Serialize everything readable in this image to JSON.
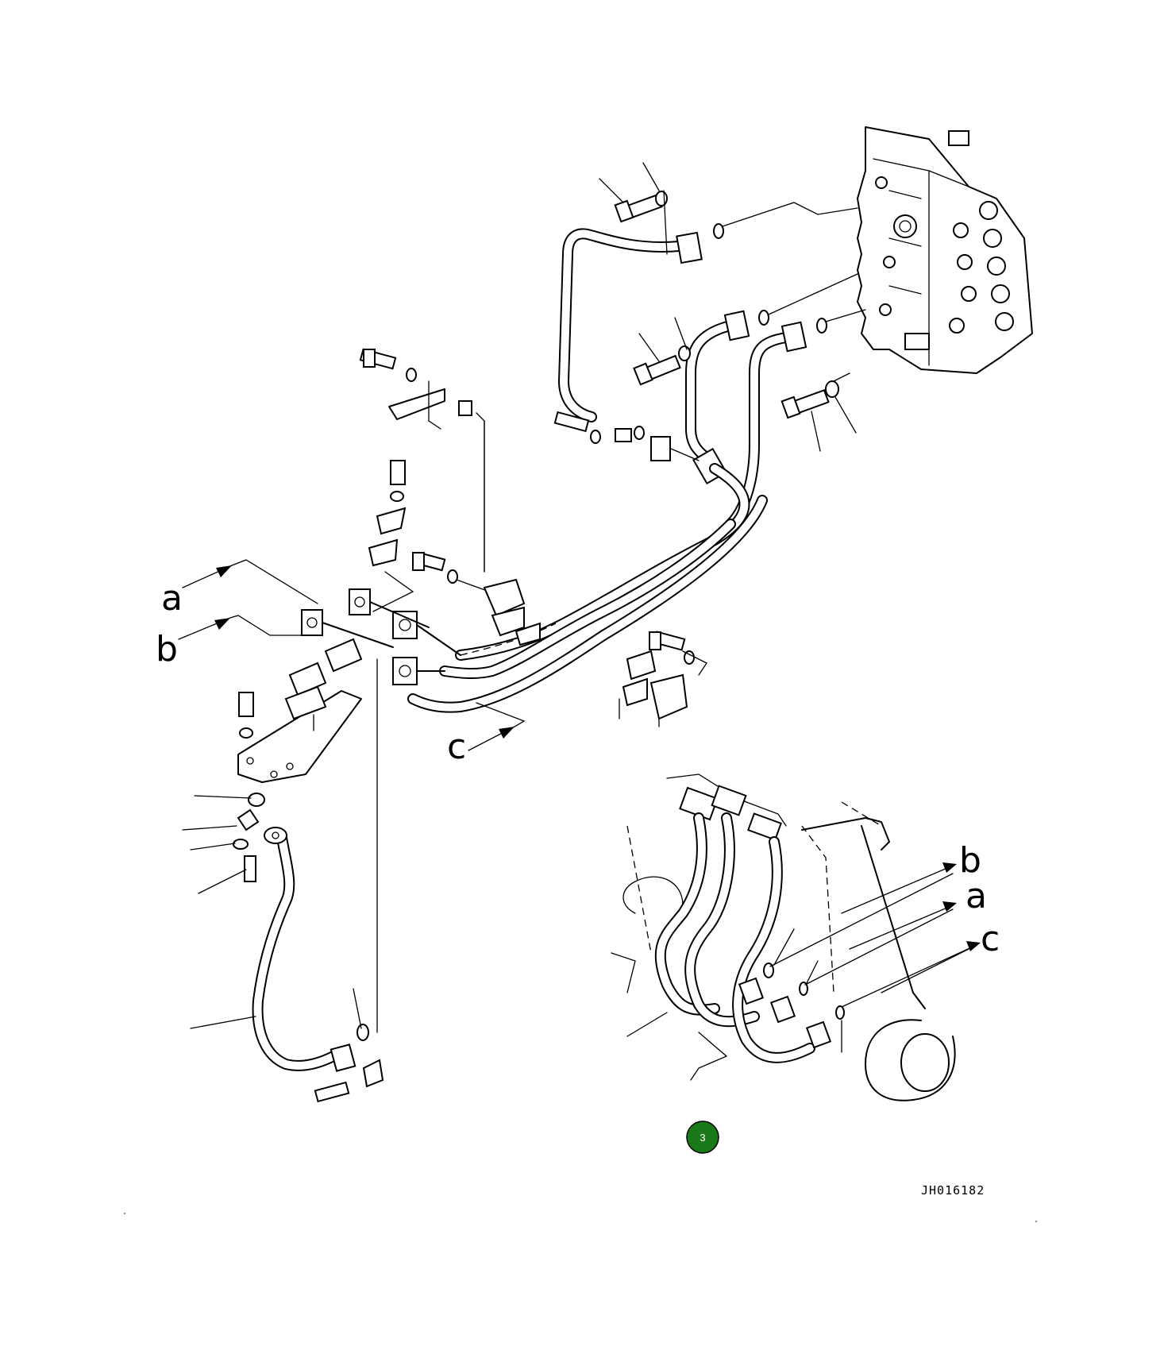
{
  "diagram": {
    "labels": {
      "a_left": "a",
      "b_left": "b",
      "c_left": "c",
      "b_right": "b",
      "a_right": "a",
      "c_right": "c"
    },
    "badge": {
      "text": "3",
      "color": "#1a7a1a"
    },
    "drawing_code": "JH016182"
  }
}
